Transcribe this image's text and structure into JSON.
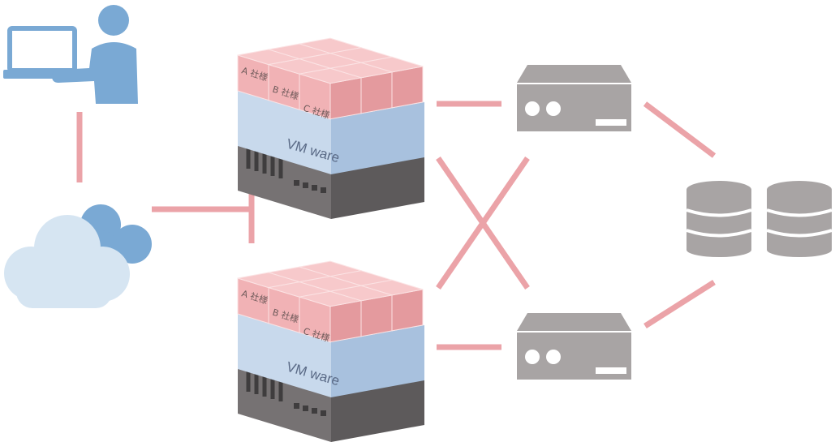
{
  "colors": {
    "connector": "#eba3a8",
    "user": "#7aa9d4",
    "cloud_front": "#d6e5f2",
    "cloud_back": "#7aa9d4",
    "vm_cube_top": "#f7c9cb",
    "vm_cube_left": "#f1b2b5",
    "vm_cube_right": "#e49a9e",
    "vmware_top": "#dbe7f4",
    "vmware_left": "#c8d9ec",
    "vmware_right": "#a8c1de",
    "server_top": "#8a8687",
    "server_left": "#767273",
    "server_right": "#5d5a5b",
    "storage": "#a8a4a4",
    "database": "#a8a4a4"
  },
  "icons": {
    "user": "person-at-laptop-icon",
    "cloud": "cloud-icon",
    "storage": "storage-unit-icon",
    "database": "database-icon"
  },
  "stacks": [
    {
      "hypervisor_label": "VM ware",
      "vm_labels": [
        "A 社様",
        "B 社様",
        "C 社様"
      ]
    },
    {
      "hypervisor_label": "VM ware",
      "vm_labels": [
        "A 社様",
        "B 社様",
        "C 社様"
      ]
    }
  ]
}
